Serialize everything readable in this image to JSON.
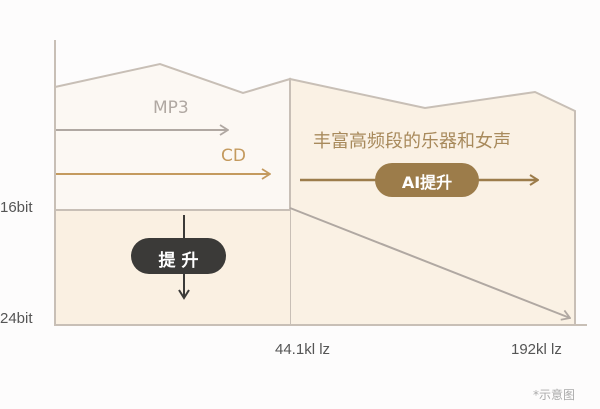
{
  "y_labels": {
    "top": "16bit",
    "bottom": "24bit"
  },
  "x_labels": {
    "mid": "44.1kl lz",
    "right": "192kl lz"
  },
  "formats": {
    "mp3": "MP3",
    "cd": "CD"
  },
  "highlight_text": "丰富高频段的乐器和女声",
  "ai_badge": "AI提升",
  "boost_badge": "提 升",
  "footnote": "*示意图",
  "colors": {
    "gold": "#9c7c4a",
    "cd": "#c49a5e",
    "dark": "#3b3a38",
    "line": "#bdb3a9",
    "fill_light": "#fcf7f1",
    "fill": "#faf0e2"
  }
}
